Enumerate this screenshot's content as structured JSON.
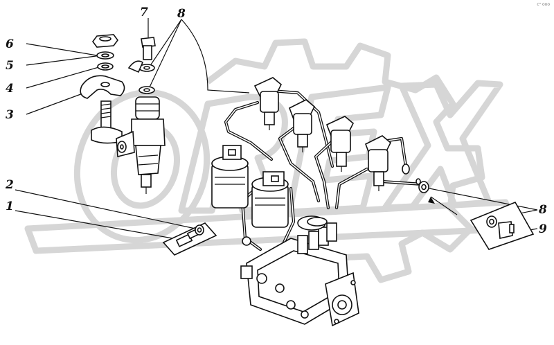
{
  "callouts": [
    {
      "id": "c1",
      "label": "1"
    },
    {
      "id": "c2",
      "label": "2"
    },
    {
      "id": "c3",
      "label": "3"
    },
    {
      "id": "c4",
      "label": "4"
    },
    {
      "id": "c5",
      "label": "5"
    },
    {
      "id": "c6",
      "label": "6"
    },
    {
      "id": "c7",
      "label": "7"
    },
    {
      "id": "c8a",
      "label": "8"
    },
    {
      "id": "c8b",
      "label": "8"
    },
    {
      "id": "c9",
      "label": "9"
    }
  ],
  "corner_mark": "сⁿ ооо",
  "colors": {
    "ink": "#111111",
    "paper": "#ffffff",
    "watermark": "#d6d6d6"
  },
  "watermark": {
    "type": "logo",
    "text": "OREX",
    "icon": "gear-logo"
  }
}
